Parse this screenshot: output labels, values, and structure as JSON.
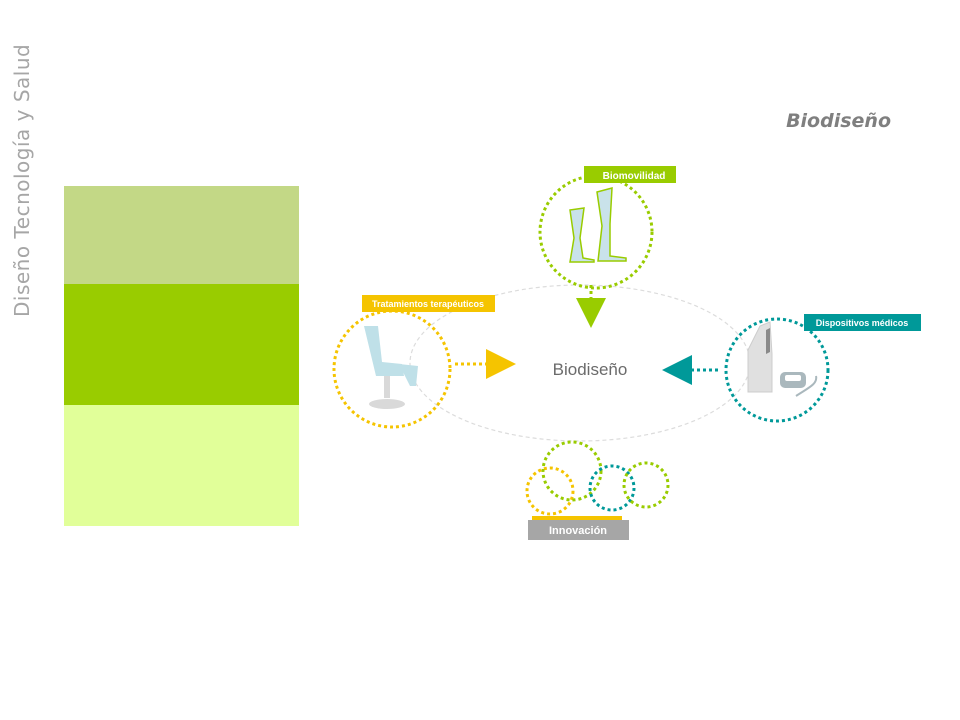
{
  "sidebar": {
    "title": "Diseño Tecnología y Salud"
  },
  "header": {
    "title": "Biodiseño"
  },
  "diagram": {
    "center_label": "Biodiseño",
    "nodes": {
      "biomovilidad": "Biomovilidad",
      "tratamientos": "Tratamientos terapéuticos",
      "dispositivos": "Dispositivos médicos",
      "innovacion": "Innovación"
    }
  },
  "colors": {
    "green": "#99cc00",
    "light_green": "#c3d886",
    "pale_green": "#e1ff99",
    "yellow": "#f5c400",
    "teal": "#009999",
    "gray": "#a6a6a6"
  }
}
